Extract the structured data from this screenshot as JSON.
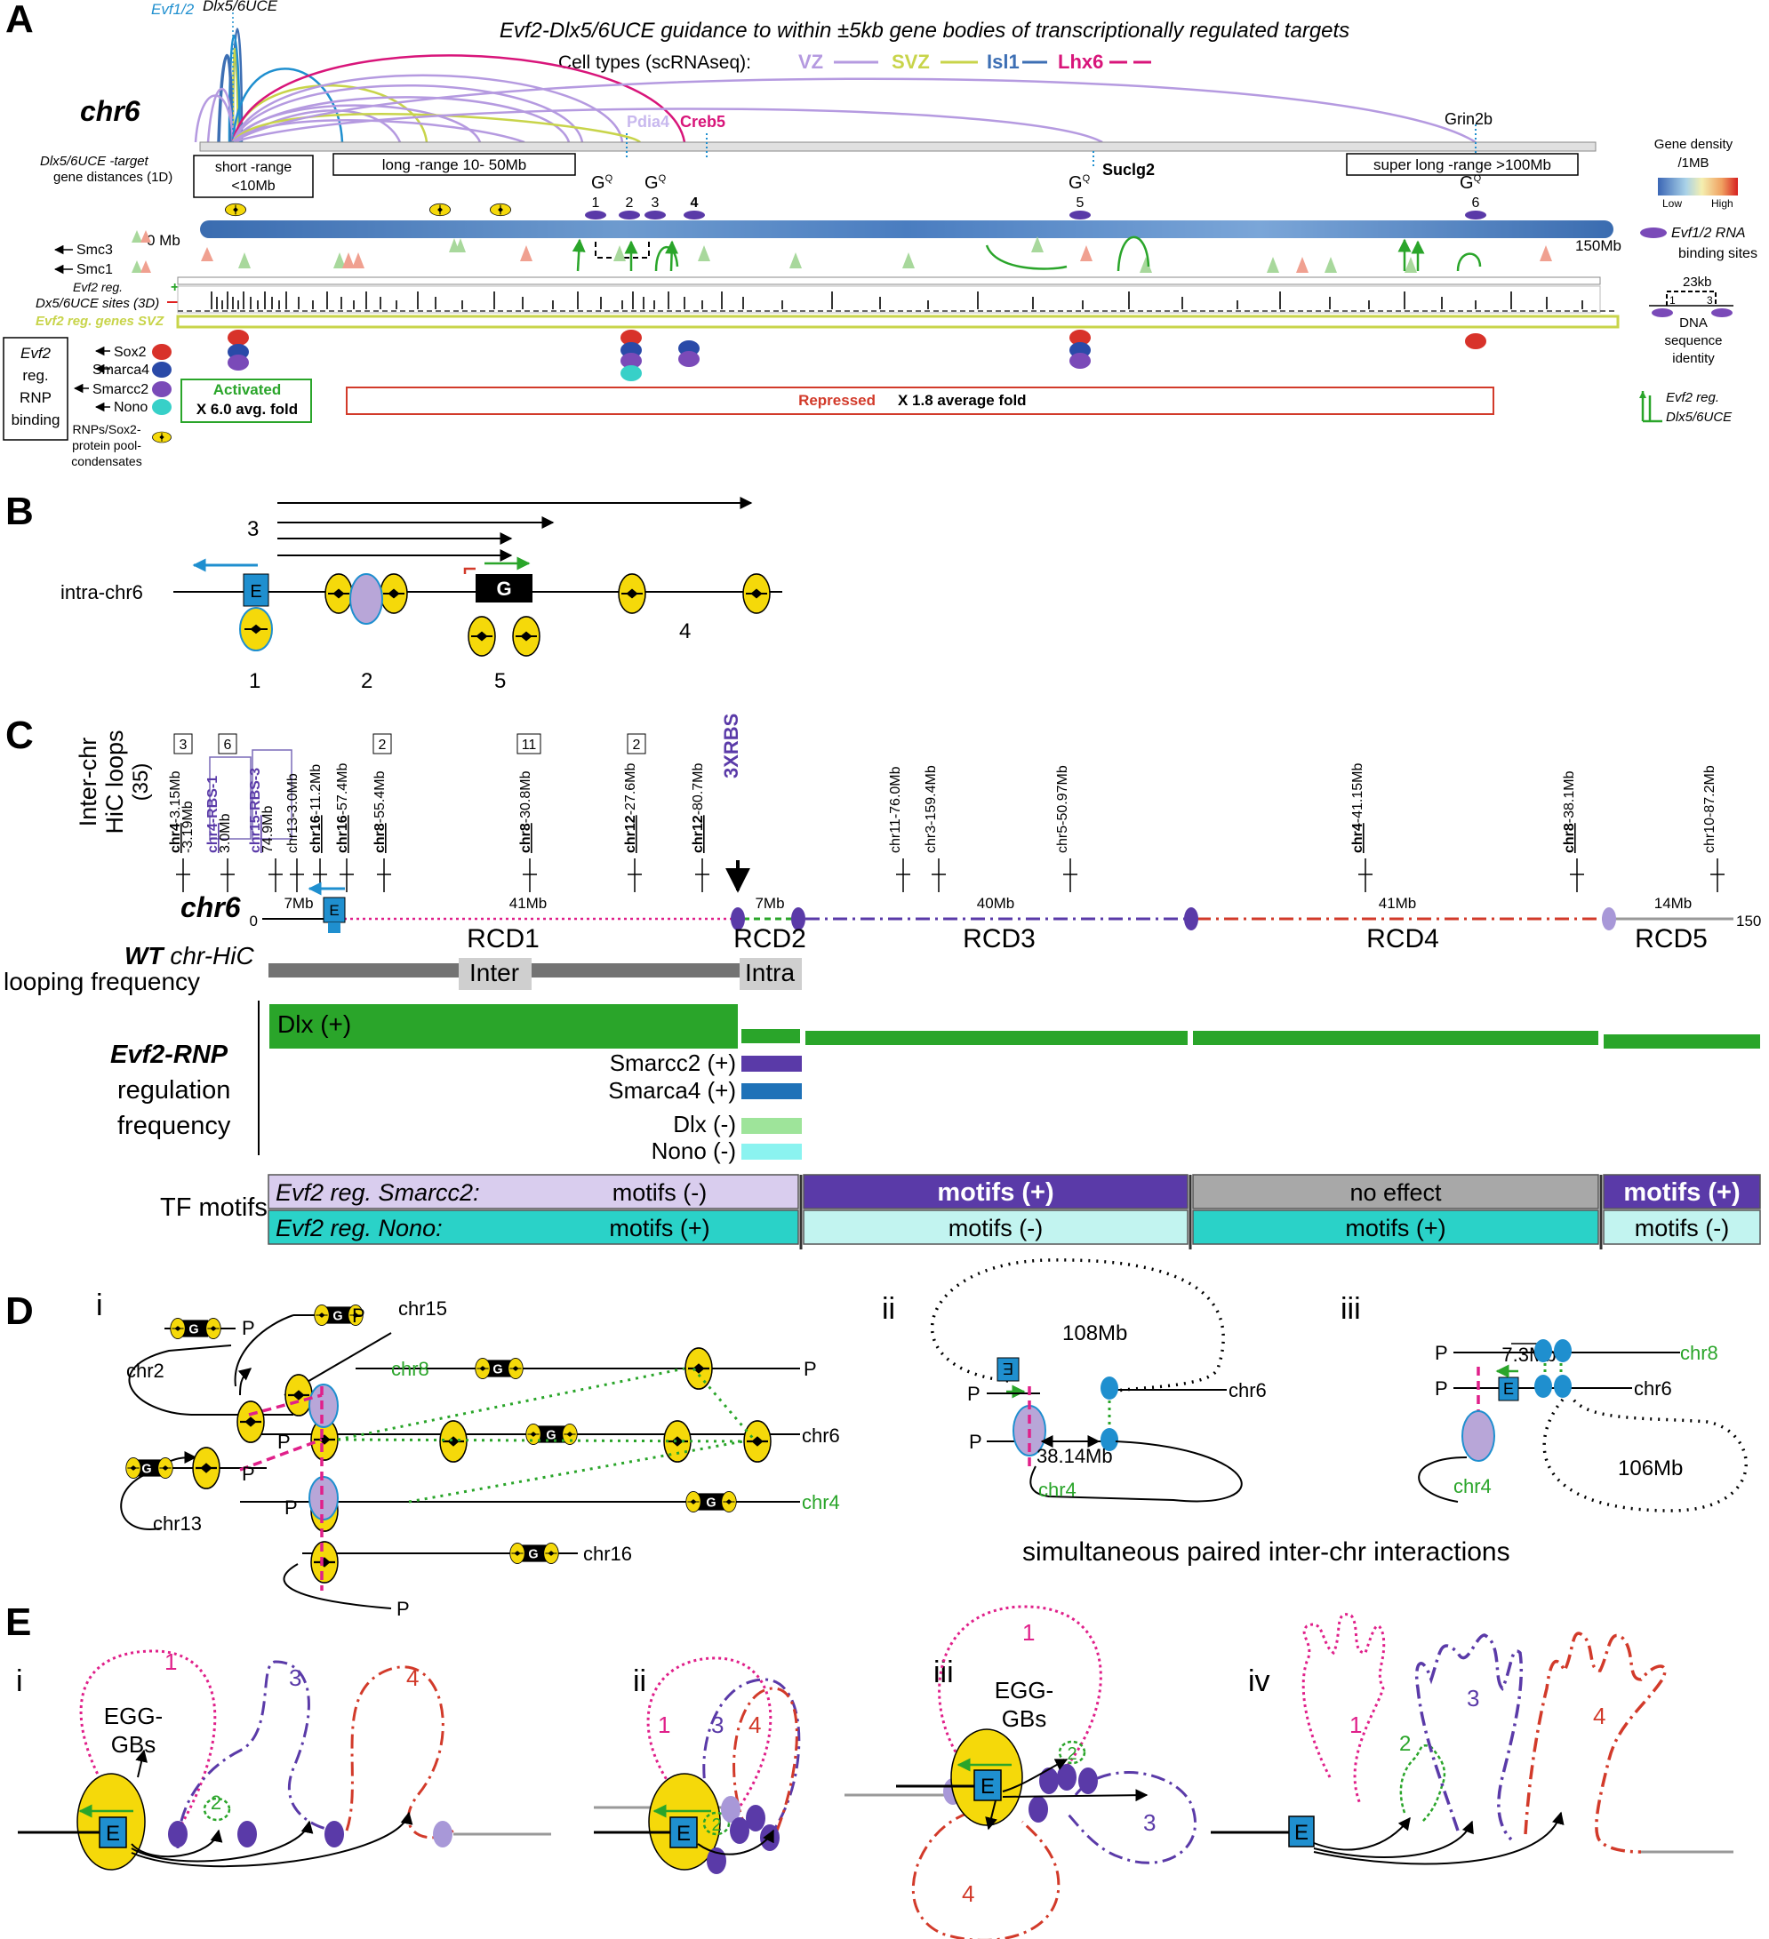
{
  "colors": {
    "vz": "#b59ae0",
    "svz": "#c8d44a",
    "isl1": "#3d6fb4",
    "lhx6": "#d8157a",
    "green": "#2aa52a",
    "purple": "#5a3aa8",
    "blue": "#1f8fcf",
    "yellow": "#f5d90a",
    "red": "#d23a2a",
    "cyan": "#37d0c8",
    "grey": "#999999",
    "magenta": "#e0208a"
  },
  "panel_a": {
    "label": "A",
    "title": "Evf2-Dlx5/6UCE guidance to within ±5kb gene bodies of transcriptionally regulated targets",
    "celltypes_label": "Cell types (scRNAseq):",
    "celltypes": [
      "VZ",
      "SVZ",
      "Isl1",
      "Lhx6"
    ],
    "evf_label": "Evf1/2",
    "dlx_label": "Dlx5/6UCE",
    "chr": "chr6",
    "pdia4": "Pdia4",
    "creb5": "Creb5",
    "grin2b": "Grin2b",
    "suclg2": "Suclg2",
    "distance_label_1": "Dlx5/6UCE -target",
    "distance_label_2": "gene distances (1D)",
    "short_1": "short -range",
    "short_2": "<10Mb",
    "long": "long -range  10- 50Mb",
    "super": "super long -range >100Mb",
    "gq": "G",
    "gq_sup": "Q",
    "gq_nums": [
      "1",
      "2",
      "3",
      "4",
      "5",
      "6"
    ],
    "start": "0 Mb",
    "end": "150Mb",
    "smc3": "Smc3",
    "smc1": "Smc1",
    "evf2reg": "Evf2 reg.",
    "dlxsites": "Dx5/6UCE sites (3D)",
    "reg_genes": "Evf2 reg. genes SVZ",
    "rnp_box": [
      "Evf2",
      "reg.",
      "RNP",
      "binding"
    ],
    "rnp_items": [
      "Sox2",
      "Smarca4",
      "Smarcc2",
      "Nono"
    ],
    "condensates": [
      "RNPs/Sox2-",
      "protein pool-",
      "condensates"
    ],
    "activated": "Activated",
    "activated_fold": "X 6.0 avg. fold",
    "repressed": "Repressed",
    "repressed_fold": "X 1.8 average fold",
    "density_title_1": "Gene density",
    "density_title_2": "/1MB",
    "low": "Low",
    "high": "High",
    "binding_1": "Evf1/2 RNA",
    "binding_2": "binding sites",
    "kb23": "23kb",
    "seq_1": "DNA",
    "seq_2": "sequence",
    "seq_3": "identity",
    "seq_nums": [
      "1",
      "3"
    ],
    "reg_1": "Evf2 reg.",
    "reg_2": "Dlx5/6UCE"
  },
  "panel_b": {
    "label": "B",
    "chr": "intra-chr6",
    "e": "E",
    "g": "G",
    "nums": [
      "1",
      "2",
      "3",
      "4",
      "5"
    ]
  },
  "panel_c": {
    "label": "C",
    "side_1": "Inter-chr",
    "side_2": "HiC loops",
    "side_3": "(35)",
    "boxes": [
      "3",
      "6",
      "2",
      "11",
      "2"
    ],
    "loci": [
      {
        "chr": "chr4",
        "rest": "-3.15Mb"
      },
      {
        "chr": "",
        "rest": "-3.19Mb"
      },
      {
        "chr": "chr4",
        "rest": "-RBS-1"
      },
      {
        "chr": "",
        "rest": "3.0Mb"
      },
      {
        "chr": "chr15",
        "rest": "-RBS-3"
      },
      {
        "chr": "",
        "rest": "74.9Mb"
      },
      {
        "chr": "",
        "rest": "chr13-3.0Mb"
      },
      {
        "chr": "chr16",
        "rest": "-11.2Mb"
      },
      {
        "chr": "chr16",
        "rest": "-57.4Mb"
      },
      {
        "chr": "chr8",
        "rest": "-55.4Mb"
      },
      {
        "chr": "chr8",
        "rest": "-30.8Mb"
      },
      {
        "chr": "chr12",
        "rest": "-27.6Mb"
      },
      {
        "chr": "chr12",
        "rest": "-80.7Mb"
      },
      {
        "chr": "",
        "rest": "chr11-76.0Mb"
      },
      {
        "chr": "",
        "rest": "chr3-159.4Mb"
      },
      {
        "chr": "",
        "rest": "chr5-50.97Mb"
      },
      {
        "chr": "chr4",
        "rest": "-41.15Mb"
      },
      {
        "chr": "chr8",
        "rest": "-38.1Mb"
      },
      {
        "chr": "",
        "rest": "chr10-87.2Mb"
      }
    ],
    "xrbs": "3XRBS",
    "chr": "chr6",
    "zero": "0",
    "end": "150",
    "e": "E",
    "seg_sizes": [
      "7Mb",
      "41Mb",
      "7Mb",
      "40Mb",
      "41Mb",
      "14Mb"
    ],
    "rcd": [
      "RCD1",
      "RCD2",
      "RCD3",
      "RCD4",
      "RCD5"
    ],
    "wt_1": "WT chr-HiC",
    "wt_2": "looping  frequency",
    "inter": "Inter",
    "intra": "Intra",
    "rnp_1": "Evf2-RNP",
    "rnp_2": "regulation",
    "rnp_3": "frequency",
    "dlx_plus": "Dlx (+)",
    "reg_items": [
      "Smarcc2 (+)",
      "Smarca4 (+)",
      "Dlx (-)",
      "Nono (-)"
    ],
    "tf": "TF motifs",
    "smarcc2_row": [
      "Evf2 reg. Smarcc2:",
      "motifs (-)",
      "motifs (+)",
      "no effect",
      "motifs (+)"
    ],
    "nono_row": [
      "Evf2 reg. Nono:",
      "motifs (+)",
      "motifs (-)",
      "motifs (+)",
      "motifs (-)"
    ]
  },
  "panel_d": {
    "label": "D",
    "sub": [
      "i",
      "ii",
      "iii"
    ],
    "chrs": [
      "chr2",
      "chr15",
      "chr8",
      "chr6",
      "chr13",
      "chr4",
      "chr16"
    ],
    "p": "P",
    "g": "G",
    "e": "E",
    "mb108": "108Mb",
    "mb38": "38.14Mb",
    "mb73": "7.3Mb",
    "mb106": "106Mb",
    "caption": "simultaneous paired inter-chr interactions"
  },
  "panel_e": {
    "label": "E",
    "sub": [
      "i",
      "ii",
      "iii",
      "iv"
    ],
    "egg_1": "EGG-",
    "egg_2": "GBs",
    "e": "E",
    "nums": [
      "1",
      "2",
      "3",
      "4"
    ]
  }
}
